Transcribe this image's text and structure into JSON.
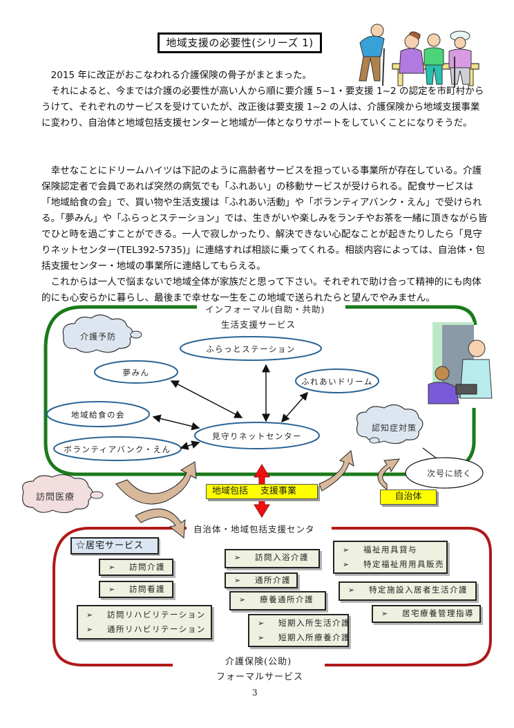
{
  "title": "地域支援の必要性(シリーズ 1)",
  "paragraphs": [
    "2015 年に改正がおこなわれる介護保険の骨子がまとまった。",
    "それによると、今までは介護の必要性が高い人から順に要介護 5~1・要支援 1~2 の認定を市町村からうけて、それぞれのサービスを受けていたが、改正後は要支援 1~2 の人は、介護保険から地域支援事業に変わり、自治体と地域包括支援センターと地域が一体となりサポートをしていくことになりそうだ。",
    "幸せなことにドリームハイツは下記のように高齢者サービスを担っている事業所が存在している。介護保険認定者で会員であれば突然の病気でも「ふれあい」の移動サービスが受けられる。配食サービスは「地域給食の会」で、買い物や生活支援は「ふれあい活動」や「ボランティアバンク・えん」で受けられる。「夢みん」や「ふらっとステーション」では、生きがいや楽しみをランチやお茶を一緒に頂きながら皆でひと時を過ごすことができる。一人で寂しかったり、解決できない心配なことが起きたりしたら「見守りネットセンター(TEL392-5735)」に連絡すれば相談に乗ってくれる。相談内容によっては、自治体・包括支援センター・地域の事業所に連絡してもらえる。",
    "これからは一人で悩まないで地域全体が家族だと思って下さい。それぞれで助け合って精神的にも肉体的にも心安らかに暮らし、最後まで幸せな一生をこの地域で送られたらと望んでやみません。"
  ],
  "informal": {
    "header": "インフォーマル(自助・共助)",
    "subheader": "生活支援サービス",
    "cloud_prevention": "介護予防",
    "nodes": {
      "flat_station": "ふらっとステーション",
      "yumemin": "夢みん",
      "fureai_dream": "ふれあいドリーム",
      "kyushoku": "地域給食の会",
      "volunteer": "ボランティアバンク・えん",
      "mimamori": "見守りネットセンター"
    },
    "cloud_dementia": "認知症対策",
    "callout_next": "次号に続く"
  },
  "middle": {
    "cloud_home_medical": "訪問医療",
    "support_project_left": "地域包括",
    "support_project_right": "支援事業",
    "municipality": "自治体"
  },
  "formal": {
    "header": "自治体・地域包括支援センタ",
    "home_services_label": "☆居宅サービス",
    "bullet": "➢",
    "boxes": [
      {
        "items": [
          "訪問介護"
        ]
      },
      {
        "items": [
          "訪問看護"
        ]
      },
      {
        "items": [
          "訪問リハビリテーション",
          "通所リハビリテーション"
        ]
      },
      {
        "items": [
          "訪問入浴介護"
        ]
      },
      {
        "items": [
          "通所介護"
        ]
      },
      {
        "items": [
          "療養通所介護"
        ]
      },
      {
        "items": [
          "短期入所生活介護",
          "短期入所療養介護"
        ]
      },
      {
        "items": [
          "福祉用具貸与",
          "特定福祉用用具販売"
        ]
      },
      {
        "items": [
          "特定施設入居者生活介護"
        ]
      },
      {
        "items": [
          "居宅療養管理指導"
        ]
      }
    ],
    "footer1": "介護保険(公助)",
    "footer2": "フォーマルサービス"
  },
  "colors": {
    "informal_border": "#1a7a1a",
    "formal_border": "#b01818",
    "ellipse_stroke": "#2a6496",
    "cloud_fill": "#dde6f0",
    "cloud_medical_fill": "#f2dede",
    "yellow": "#ffff00",
    "red_arrow": "#ee1111",
    "curved_arrow": "#d7b89a"
  },
  "page_number": "3"
}
